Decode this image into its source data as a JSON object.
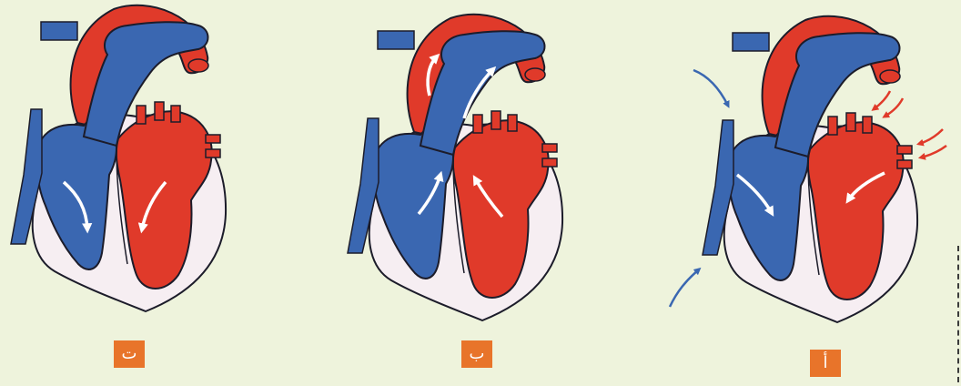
{
  "panels": [
    {
      "id": "left",
      "label": "ت"
    },
    {
      "id": "middle",
      "label": "ب"
    },
    {
      "id": "right",
      "label": "أ"
    }
  ],
  "colors": {
    "background": "#eef3dc",
    "oxygenated_blood": "#e03a2a",
    "deoxygenated_blood": "#3a67b1",
    "heart_wall": "#f6eef2",
    "outline": "#1c1c2a",
    "label_box": "#e8742a",
    "incoming_blue_arrow": "#3a67b1",
    "incoming_red_arrow": "#e03a2a",
    "flow_arrow": "#ffffff"
  },
  "icons": [
    "flow-arrow-icon",
    "incoming-arrow-icon"
  ]
}
